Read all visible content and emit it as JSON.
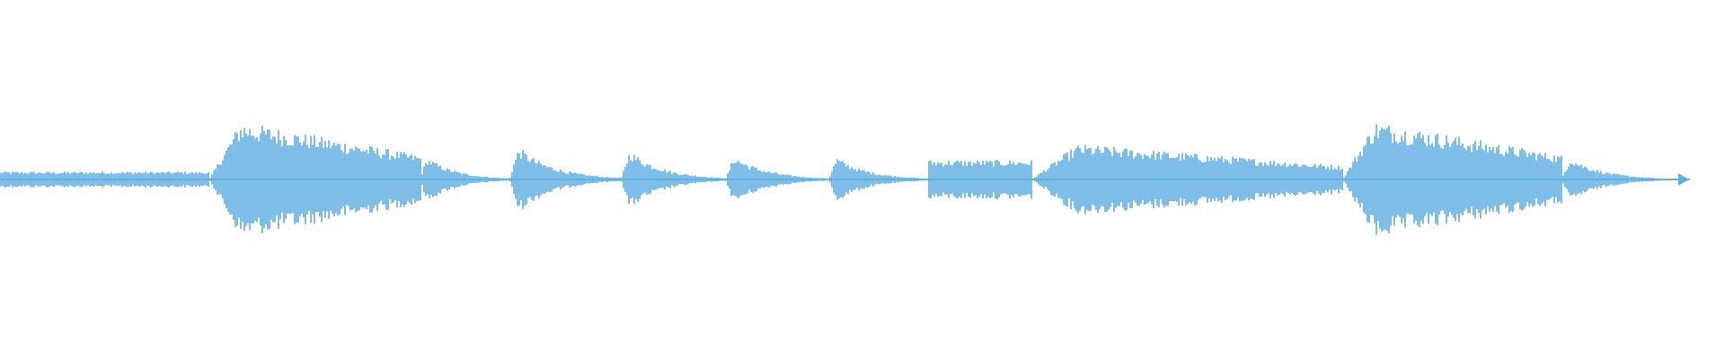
{
  "waveform": {
    "color": "#5dade2",
    "background": "#ffffff",
    "segments": [
      {
        "shape": "flat",
        "t0": 0.0,
        "t1": 0.124,
        "peak": 0.09,
        "level": 0.09
      },
      {
        "shape": "swell",
        "t0": 0.124,
        "t1": 0.249,
        "peak": 0.72,
        "level": 0.1
      },
      {
        "shape": "decay",
        "t0": 0.249,
        "t1": 0.302,
        "peak": 0.3,
        "level": 0.02
      },
      {
        "shape": "decay",
        "t0": 0.302,
        "t1": 0.368,
        "peak": 0.45,
        "level": 0.02
      },
      {
        "shape": "decay",
        "t0": 0.368,
        "t1": 0.43,
        "peak": 0.4,
        "level": 0.02
      },
      {
        "shape": "decay",
        "t0": 0.43,
        "t1": 0.491,
        "peak": 0.32,
        "level": 0.02
      },
      {
        "shape": "decay",
        "t0": 0.491,
        "t1": 0.549,
        "peak": 0.3,
        "level": 0.02
      },
      {
        "shape": "flat",
        "t0": 0.549,
        "t1": 0.611,
        "peak": 0.3,
        "level": 0.22
      },
      {
        "shape": "swell",
        "t0": 0.611,
        "t1": 0.795,
        "peak": 0.44,
        "level": 0.02
      },
      {
        "shape": "swell",
        "t0": 0.795,
        "t1": 0.925,
        "peak": 0.72,
        "level": 0.1
      },
      {
        "shape": "decay",
        "t0": 0.925,
        "t1": 0.985,
        "peak": 0.3,
        "level": 0.02
      }
    ]
  }
}
